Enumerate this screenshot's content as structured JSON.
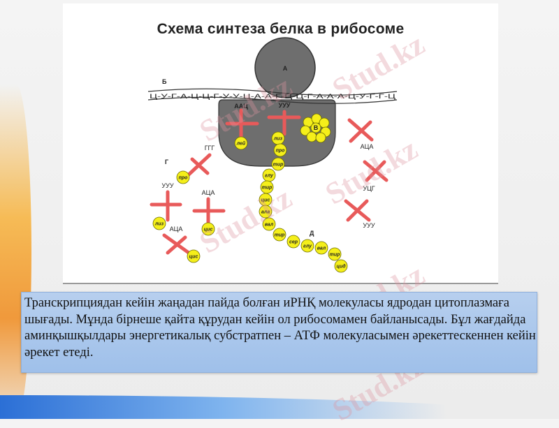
{
  "slide": {
    "figure_title": "Схема синтеза белка в рибосоме",
    "diagram": {
      "labels": {
        "A": "А",
        "B": "Б",
        "V": "В",
        "G": "Г",
        "D": "Д"
      },
      "mrna_sequence": "Ц-У-Г-А-Ц-Ц-Г-У-У-Ц-А-А-Г-Ц-Ц-Г-А-А-А-Ц-У-Г-Г-Ц",
      "anticodons": [
        "ААЦ",
        "УУУ",
        "ГГГ",
        "УУУ",
        "АЦА",
        "АЦА",
        "АЦА",
        "УЦГ",
        "УУУ"
      ],
      "chain": [
        "лиз",
        "про",
        "тир",
        "глу",
        "тир",
        "цис",
        "ала",
        "вал",
        "тир",
        "сер",
        "глу",
        "вал",
        "тир",
        "цид"
      ],
      "free_amino_acids": [
        "лей",
        "про",
        "лиз",
        "цис",
        "цис"
      ]
    },
    "body_text": "Транскрипциядан кейін жаңадан пайда болған иРНҚ молекуласы ядродан цитоплазмаға шығады. Мұнда бірнеше қайта құрудан кейін ол рибосомамен байланысады. Бұл жағдайда аминқышқылдары энергетикалық субстратпен – АТФ молекуласымен әрекеттескеннен кейін әрекет етеді.",
    "watermark": "Stud.kz",
    "colors": {
      "trna": "#e85a5a",
      "amino_acid": "#f5ef1a",
      "ribosome": "#6e6e6e",
      "textbox": "#a9c6ec"
    }
  }
}
